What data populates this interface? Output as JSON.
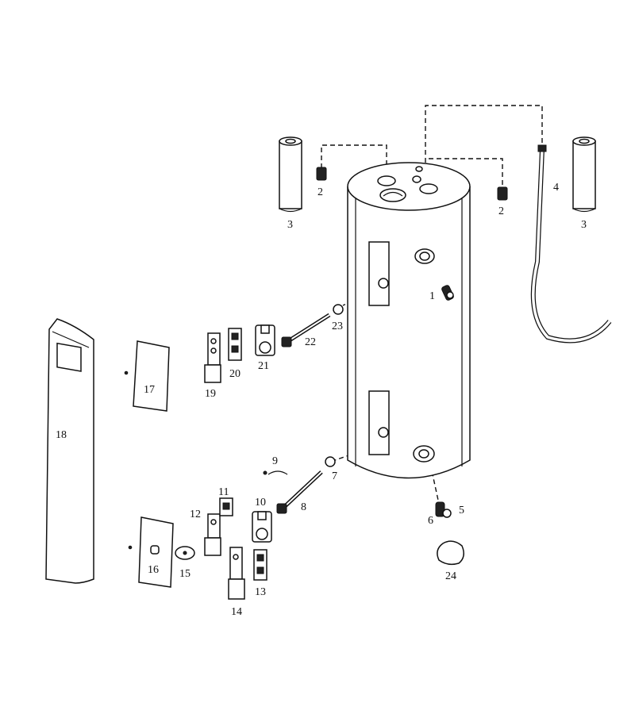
{
  "labels": {
    "p1": "1",
    "p2a": "2",
    "p2b": "2",
    "p3a": "3",
    "p3b": "3",
    "p4": "4",
    "p5": "5",
    "p6": "6",
    "p7": "7",
    "p8": "8",
    "p9": "9",
    "p10": "10",
    "p11": "11",
    "p12": "12",
    "p13": "13",
    "p14": "14",
    "p15": "15",
    "p16": "16",
    "p17": "17",
    "p18": "18",
    "p19": "19",
    "p20": "20",
    "p21": "21",
    "p22": "22",
    "p23": "23",
    "p24": "24"
  }
}
